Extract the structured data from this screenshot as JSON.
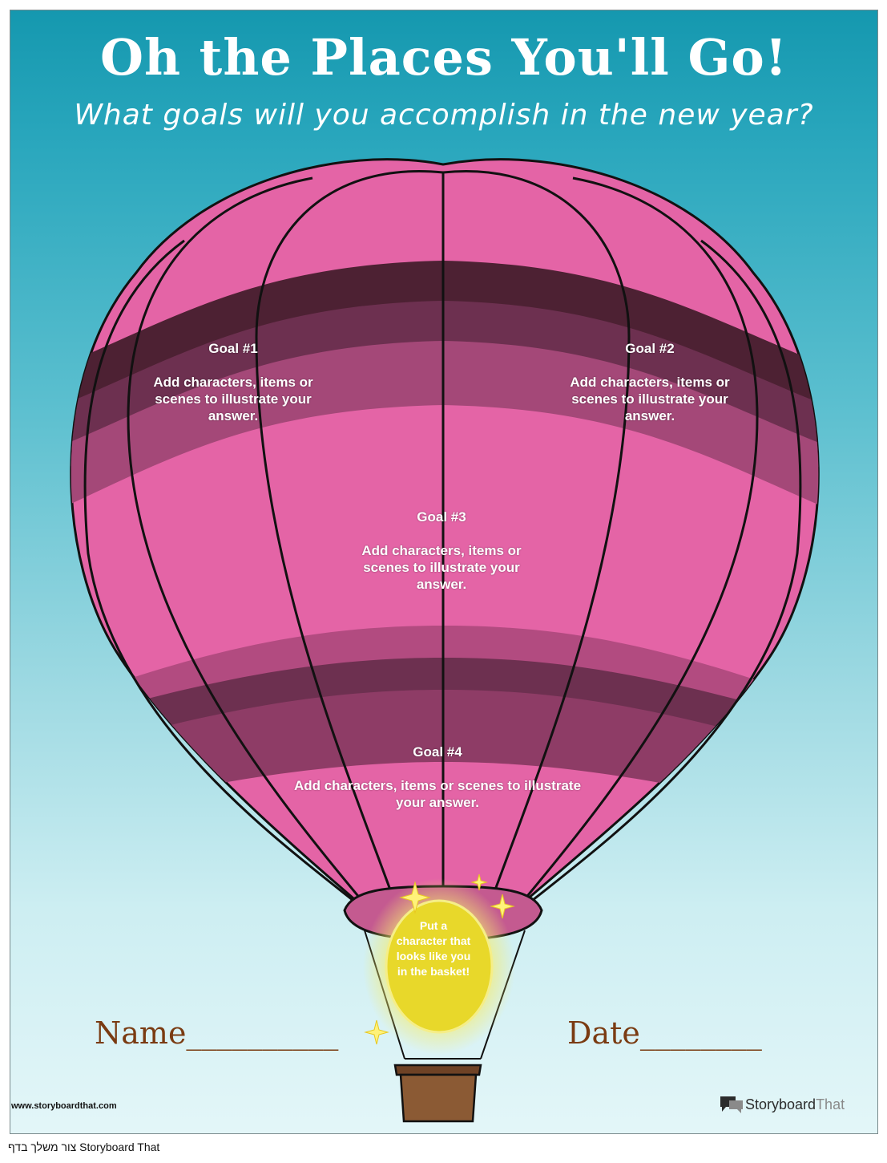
{
  "header": {
    "title": "Oh the Places You'll Go!",
    "subtitle": "What goals will you accomplish in the new year?"
  },
  "goals": [
    {
      "title": "Goal #1",
      "body": "Add characters, items or scenes to illustrate your answer."
    },
    {
      "title": "Goal #2",
      "body": "Add characters, items or scenes to illustrate your answer."
    },
    {
      "title": "Goal #3",
      "body": "Add characters, items or scenes to illustrate your answer."
    },
    {
      "title": "Goal #4",
      "body": "Add characters, items or scenes to illustrate your answer."
    }
  ],
  "basket_prompt": "Put a character that looks like you in the basket!",
  "fields": {
    "name_label": "Name__________",
    "date_label": "Date________"
  },
  "footer": {
    "website": "www.storyboardthat.com",
    "brand_part1": "Storyboard",
    "brand_part2": "That",
    "credit": "צור משלך בדף Storyboard That"
  },
  "colors": {
    "sky_top": "#1598af",
    "sky_bottom": "#e3f6f8",
    "balloon_pink": "#e464a6",
    "balloon_dark": "#4d2133",
    "glow_yellow": "#e8d82a",
    "basket_brown": "#8b5a34",
    "label_brown": "#7a3b12"
  }
}
